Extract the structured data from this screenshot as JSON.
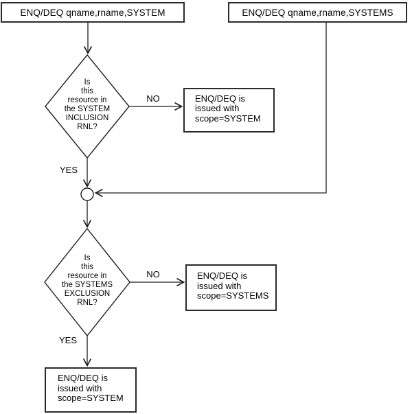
{
  "diagram": {
    "start_left": {
      "label": "ENQ/DEQ qname,rname,SYSTEM"
    },
    "start_right": {
      "label": "ENQ/DEQ qname,rname,SYSTEMS"
    },
    "decision_inclusion": {
      "text": "Is\nthis\nresource in\nthe SYSTEM\nINCLUSION\nRNL?",
      "no_label": "NO",
      "yes_label": "YES"
    },
    "result_inclusion_no": {
      "text": "ENQ/DEQ is\nissued with\nscope=SYSTEM"
    },
    "decision_exclusion": {
      "text": "Is\nthis\nresource in\nthe SYSTEMS\nEXCLUSION\nRNL?",
      "no_label": "NO",
      "yes_label": "YES"
    },
    "result_exclusion_no": {
      "text": "ENQ/DEQ is\nissued with\nscope=SYSTEMS"
    },
    "result_final": {
      "text": "ENQ/DEQ is\nissued with\nscope=SYSTEM"
    },
    "colors": {
      "line": "#1c1c1c",
      "box_border": "#2a2a2a",
      "background": "#ffffff",
      "text": "#000000"
    }
  }
}
